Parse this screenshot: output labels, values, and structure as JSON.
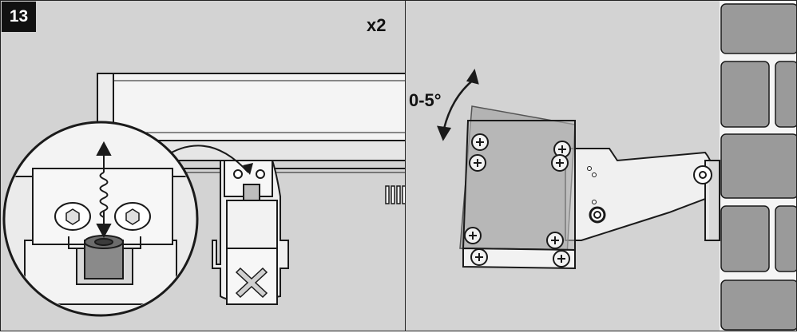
{
  "step": {
    "number": "13",
    "quantity": "x2",
    "tilt_angle": "0-5°"
  },
  "colors": {
    "panel_bg": "#d3d3d3",
    "line": "#1a1a1a",
    "badge_bg": "#111111",
    "brick": "#9a9a9a",
    "ghost_tilt": "#8c8c8c"
  },
  "icons": {
    "transition": "triple-bar-arrow-right",
    "adjust": "double-headed-arrow-with-spring",
    "rotate": "curved-double-arrow"
  }
}
